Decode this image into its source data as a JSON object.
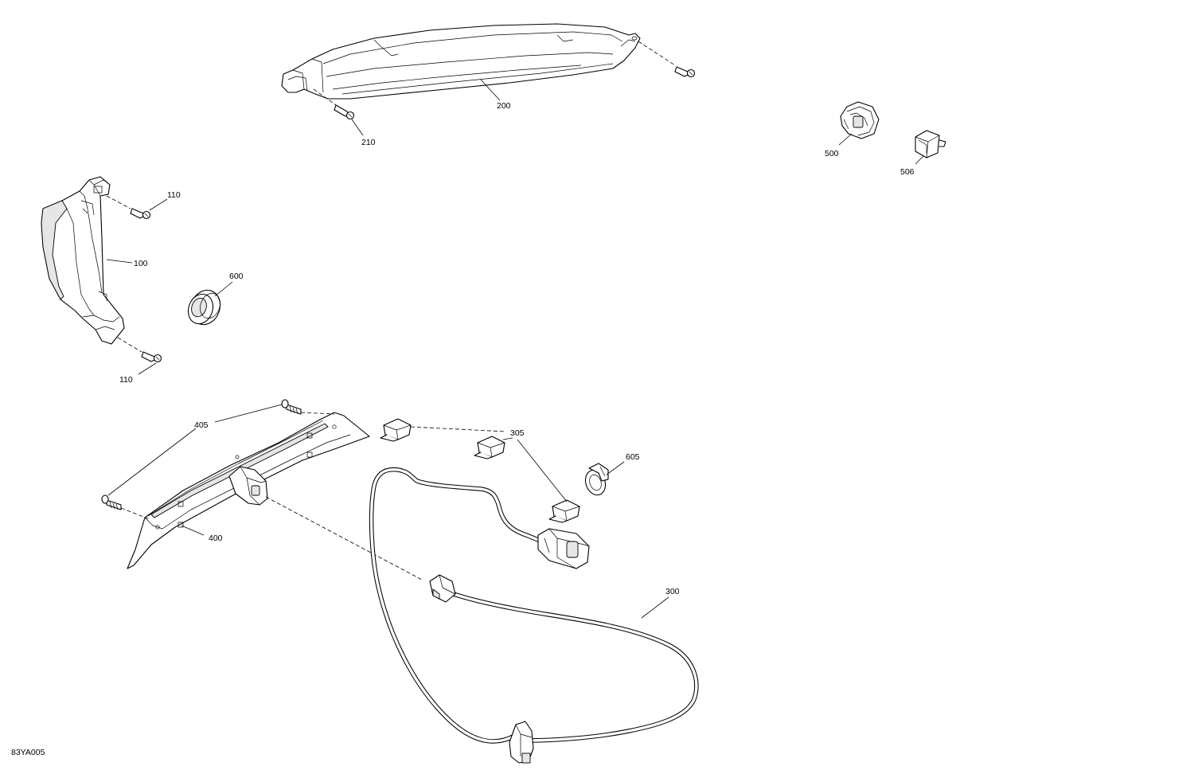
{
  "figure_id": "83YA005",
  "callouts": {
    "c100": "100",
    "c110a": "110",
    "c110b": "110",
    "c200": "200",
    "c210": "210",
    "c300": "300",
    "c305": "305",
    "c400": "400",
    "c405": "405",
    "c500": "500",
    "c506": "506",
    "c600": "600",
    "c605": "605"
  },
  "parts": [
    {
      "ref": "100",
      "icon": "side-light-housing-icon"
    },
    {
      "ref": "110",
      "icon": "screw-icon"
    },
    {
      "ref": "200",
      "icon": "upper-light-bar-icon"
    },
    {
      "ref": "210",
      "icon": "screw-icon"
    },
    {
      "ref": "300",
      "icon": "wiring-harness-icon"
    },
    {
      "ref": "305",
      "icon": "clip-icon"
    },
    {
      "ref": "400",
      "icon": "lower-light-bar-icon"
    },
    {
      "ref": "405",
      "icon": "screw-icon"
    },
    {
      "ref": "500",
      "icon": "connector-icon"
    },
    {
      "ref": "506",
      "icon": "lock-clip-icon"
    },
    {
      "ref": "600",
      "icon": "grommet-icon"
    },
    {
      "ref": "605",
      "icon": "cable-clamp-icon"
    }
  ]
}
